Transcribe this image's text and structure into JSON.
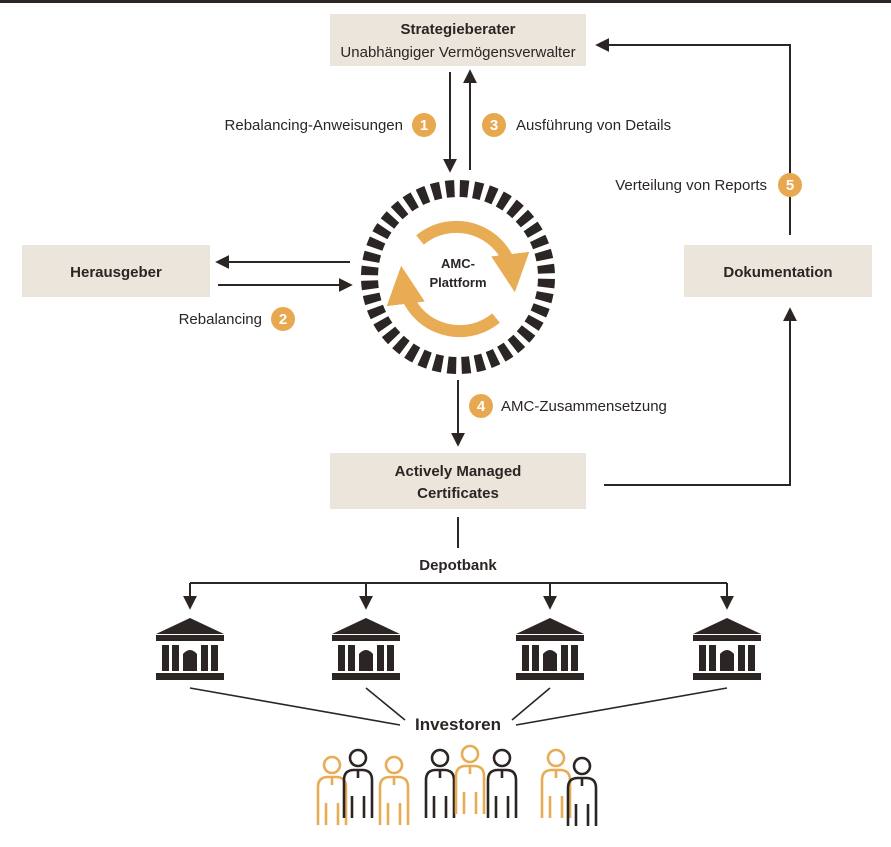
{
  "colors": {
    "box": "#ebe5dc",
    "dark": "#2b2523",
    "accent": "#e8ac55",
    "orange_circle": "#e8a84f"
  },
  "boxes": {
    "strategy_title": "Strategieberater",
    "strategy_sub": "Unabhängiger Vermögensverwalter",
    "issuer": "Herausgeber",
    "documentation": "Dokumentation",
    "amc_line1": "Actively Managed",
    "amc_line2": "Certificates"
  },
  "hub": {
    "line1": "AMC-",
    "line2": "Plattform"
  },
  "steps": [
    {
      "num": "1",
      "label": "Rebalancing-Anweisungen"
    },
    {
      "num": "2",
      "label": "Rebalancing"
    },
    {
      "num": "3",
      "label": "Ausführung von Details"
    },
    {
      "num": "4",
      "label": "AMC-Zusammensetzung"
    },
    {
      "num": "5",
      "label": "Verteilung von Reports"
    }
  ],
  "depot_label": "Depotbank",
  "investors_label": "Investoren",
  "icons": [
    "bank-icon",
    "people-icon"
  ]
}
